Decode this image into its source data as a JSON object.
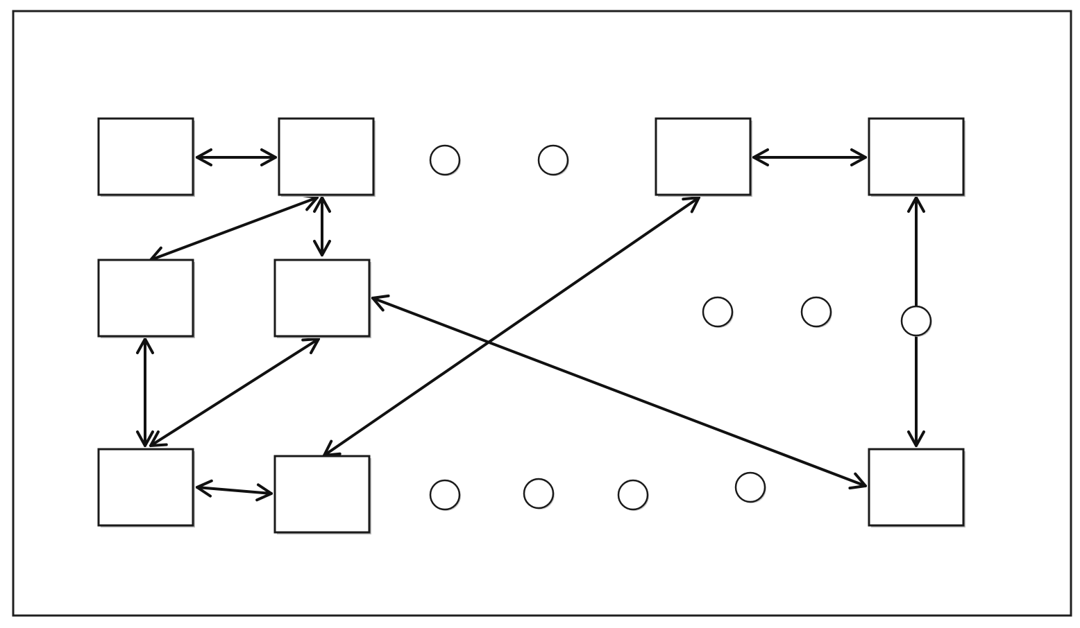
{
  "diagram": {
    "colors": {
      "background": "#ffffff",
      "stroke": "#111111",
      "shadow": "#bdbdbd"
    },
    "node_count": 10,
    "ellipsis_dot_count": 9,
    "edge_count": 10,
    "edges": [
      {
        "from": "node-r1c1",
        "to": "node-r1c2",
        "bidirectional": true
      },
      {
        "from": "node-r1c3",
        "to": "node-r1c4",
        "bidirectional": true
      },
      {
        "from": "node-r1c2",
        "to": "node-r2c1",
        "bidirectional": true
      },
      {
        "from": "node-r1c2",
        "to": "node-r2c2",
        "bidirectional": true
      },
      {
        "from": "node-r2c1",
        "to": "node-r3c1",
        "bidirectional": true
      },
      {
        "from": "node-r2c2",
        "to": "node-r3c1",
        "bidirectional": true
      },
      {
        "from": "node-r3c1",
        "to": "node-r3c2",
        "bidirectional": true
      },
      {
        "from": "node-r3c2",
        "to": "node-r1c3",
        "bidirectional": true
      },
      {
        "from": "node-r2c2",
        "to": "node-r3c4",
        "bidirectional": true
      },
      {
        "from": "node-r1c4",
        "to": "node-r3c4",
        "bidirectional": true
      }
    ]
  }
}
